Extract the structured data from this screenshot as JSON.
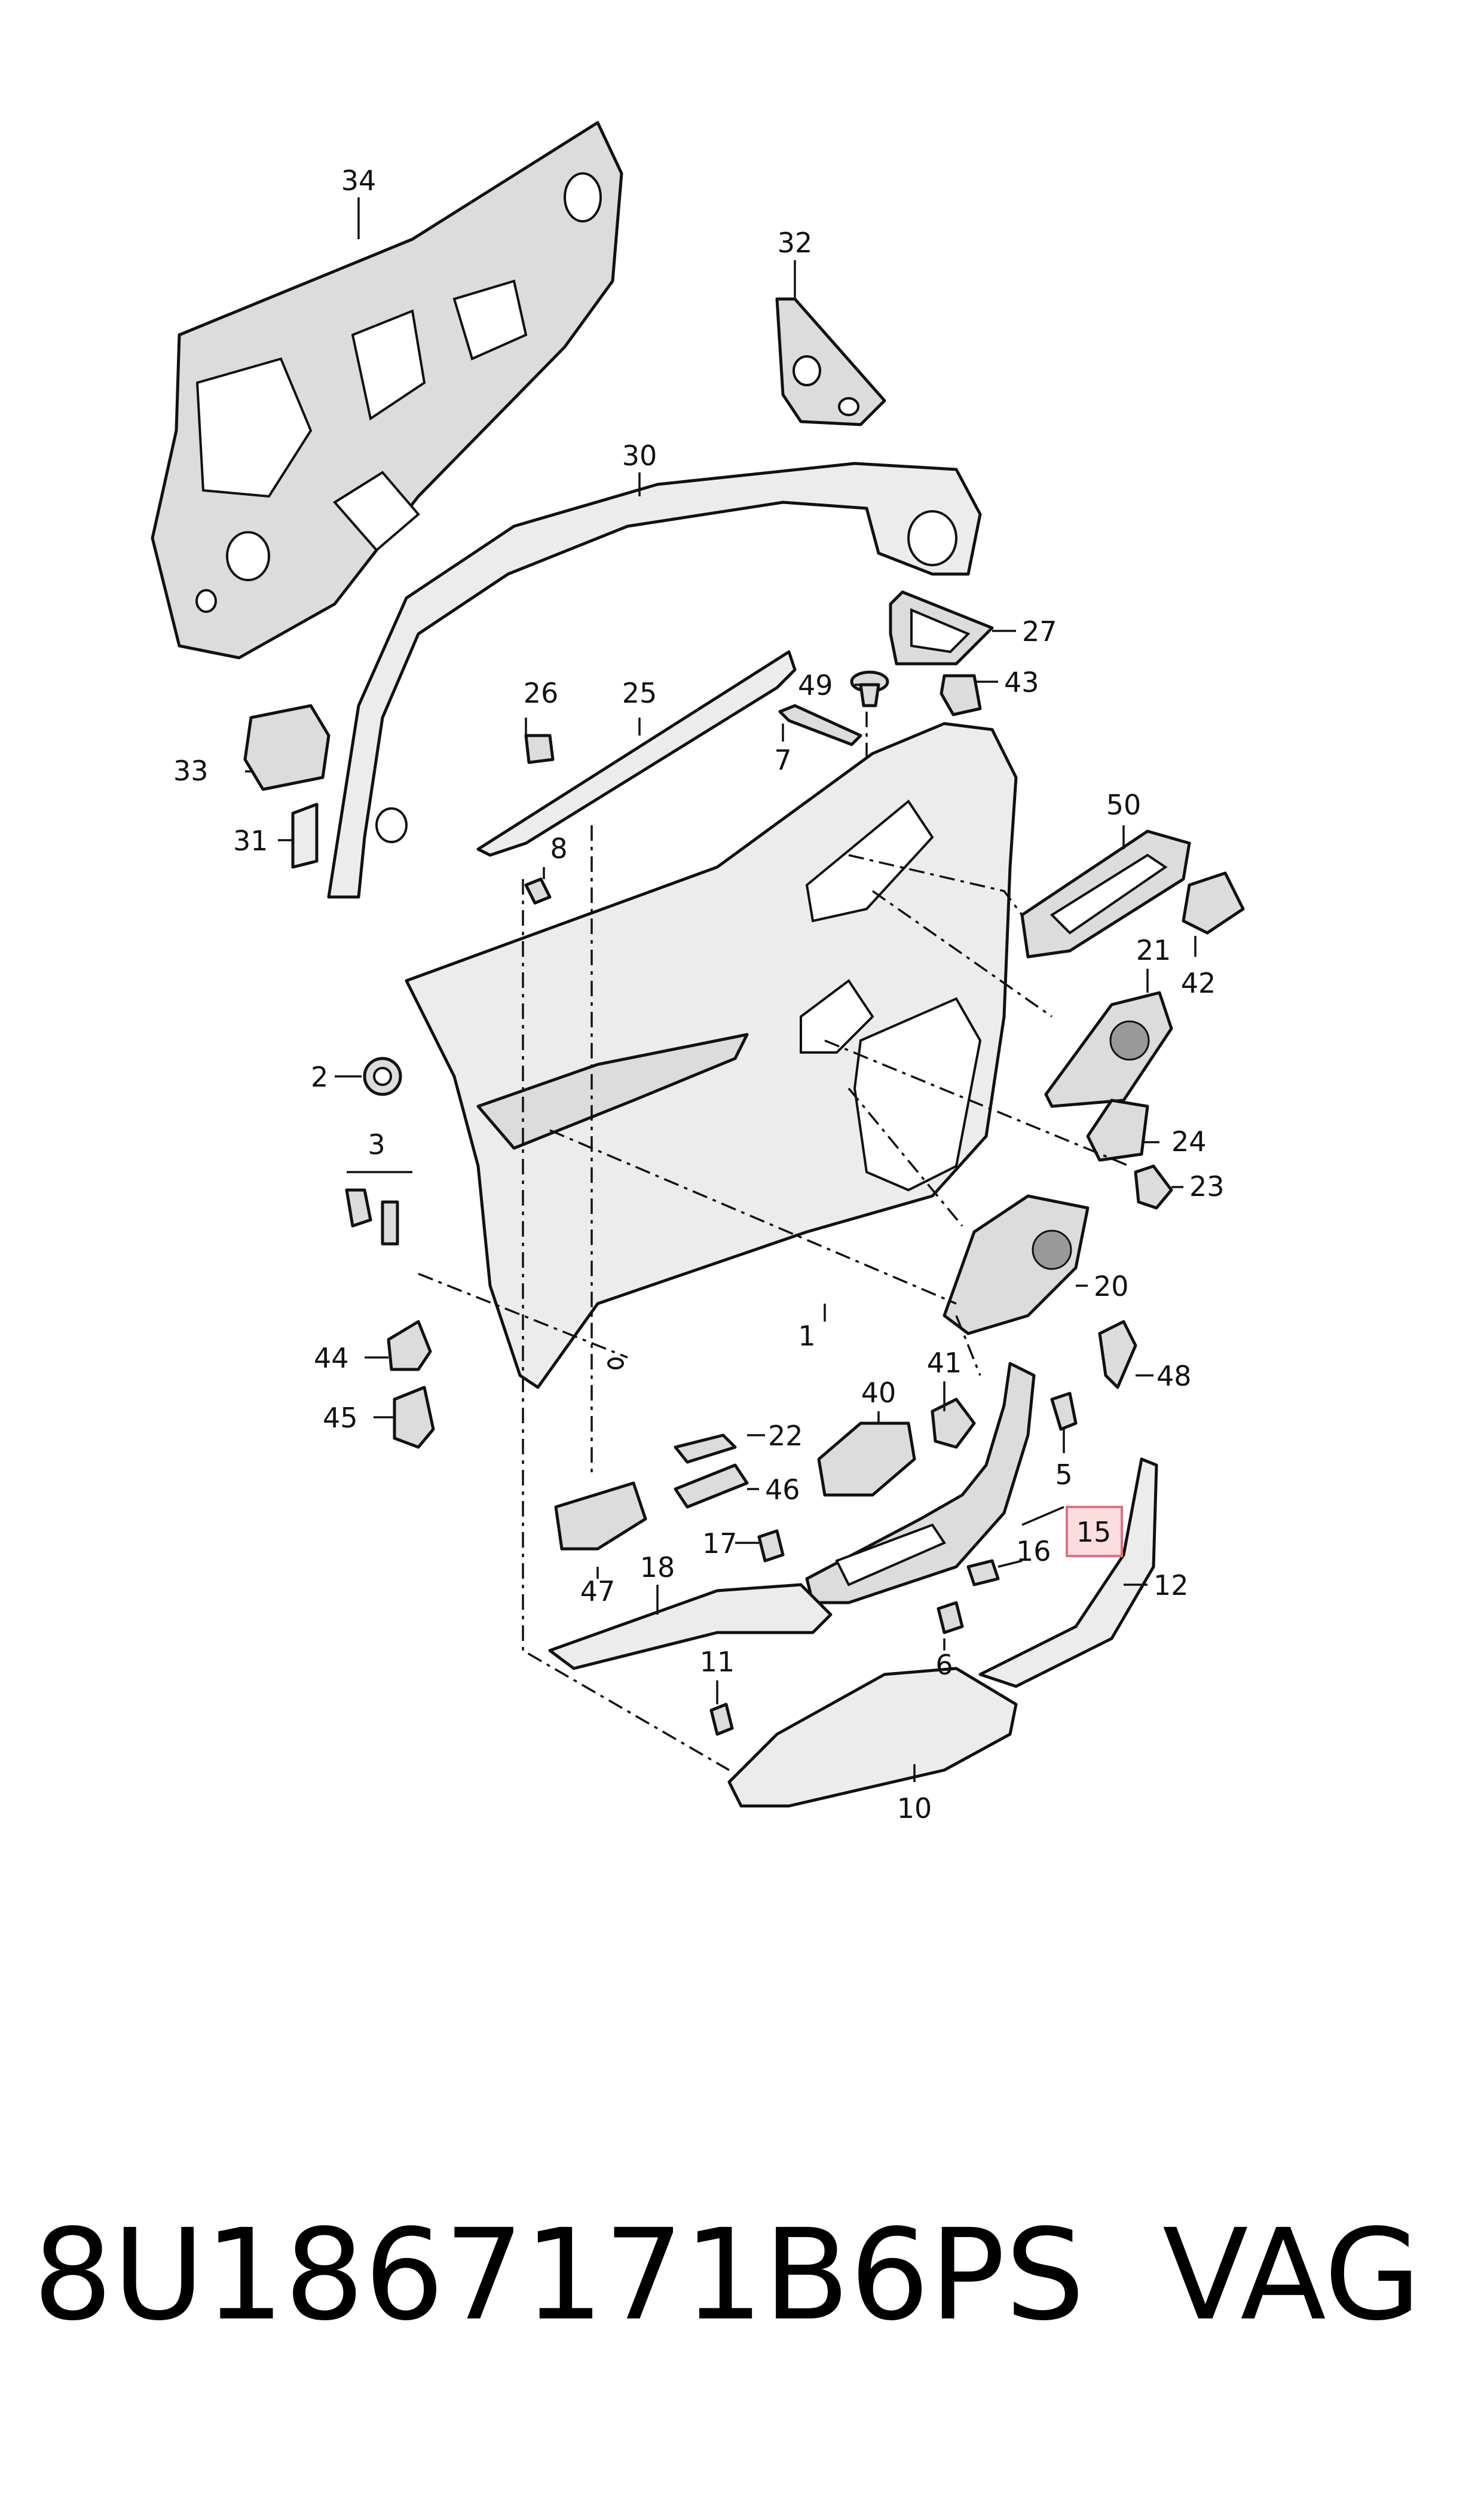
{
  "diagram": {
    "callouts": [
      "34",
      "32",
      "30",
      "27",
      "43",
      "49",
      "7",
      "26",
      "25",
      "33",
      "31",
      "8",
      "50",
      "42",
      "21",
      "2",
      "3",
      "24",
      "23",
      "20",
      "1",
      "44",
      "45",
      "48",
      "41",
      "40",
      "5",
      "22",
      "46",
      "15",
      "16",
      "12",
      "17",
      "47",
      "18",
      "6",
      "11",
      "10"
    ],
    "highlighted_callout": "15",
    "highlight_color": "#fbdcdf"
  },
  "footer": {
    "part_number": "8U1867171B6PS",
    "brand": "VAG"
  }
}
